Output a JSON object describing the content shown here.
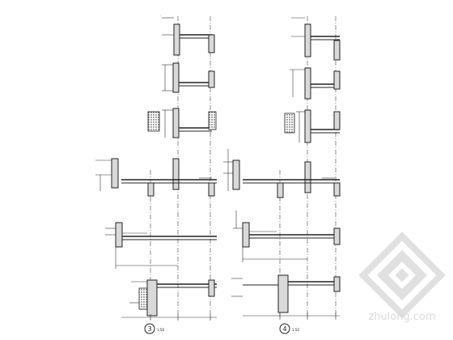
{
  "section_left": {
    "number": "3",
    "scale": "1:50"
  },
  "section_right": {
    "number": "4",
    "scale": "1:50"
  },
  "watermark": {
    "text": "zhulong.com"
  },
  "colors": {
    "line": "#222222",
    "fill": "#d9d9d9",
    "watermark": "#c8c8c8",
    "background": "#ffffff"
  }
}
